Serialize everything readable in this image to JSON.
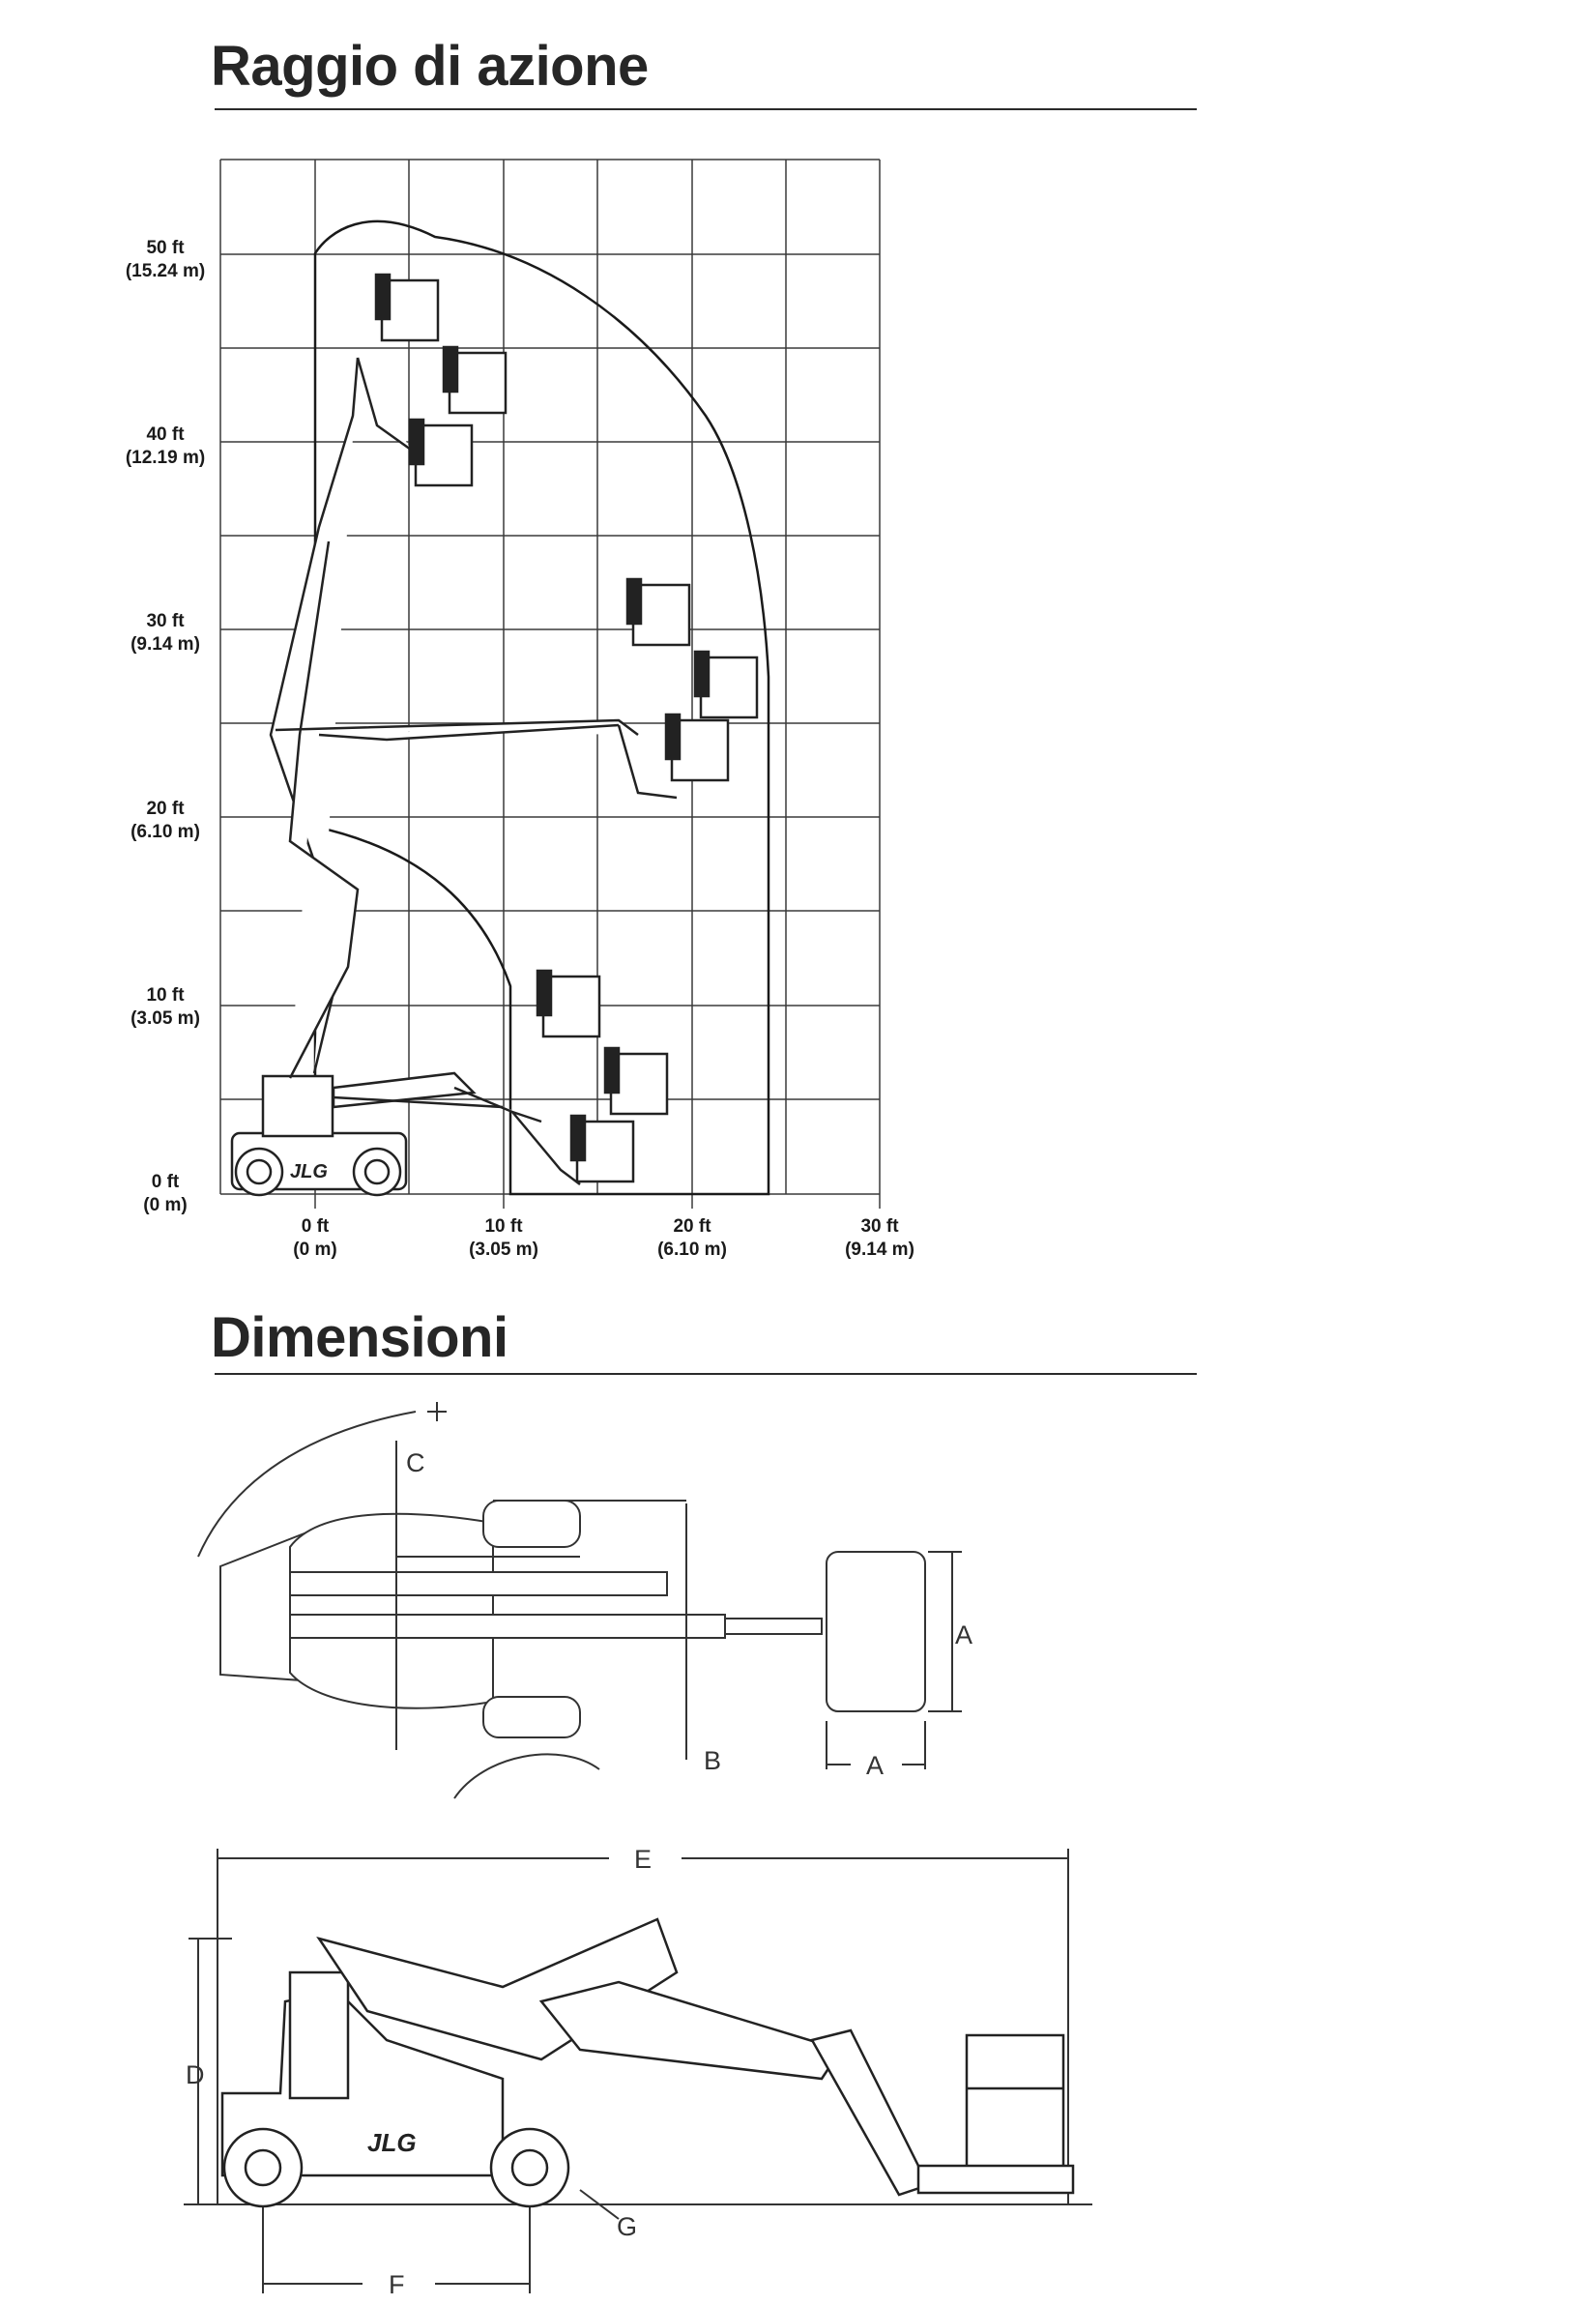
{
  "sections": {
    "reach_title": "Raggio di azione",
    "dimensions_title": "Dimensioni"
  },
  "reach_chart": {
    "y_ticks": [
      {
        "ft": "0 ft",
        "m": "(0 m)"
      },
      {
        "ft": "10 ft",
        "m": "(3.05 m)"
      },
      {
        "ft": "20 ft",
        "m": "(6.10 m)"
      },
      {
        "ft": "30 ft",
        "m": "(9.14 m)"
      },
      {
        "ft": "40 ft",
        "m": "(12.19 m)"
      },
      {
        "ft": "50 ft",
        "m": "(15.24 m)"
      }
    ],
    "x_ticks": [
      {
        "ft": "0 ft",
        "m": "(0 m)"
      },
      {
        "ft": "10 ft",
        "m": "(3.05 m)"
      },
      {
        "ft": "20 ft",
        "m": "(6.10 m)"
      },
      {
        "ft": "30 ft",
        "m": "(9.14 m)"
      }
    ],
    "brand": "JLG"
  },
  "dimensions": {
    "top_view": {
      "label_a_right": "A",
      "label_a_bottom": "A",
      "label_b": "B",
      "label_c": "C"
    },
    "side_view": {
      "label_d": "D",
      "label_e": "E",
      "label_f": "F",
      "label_g": "G"
    },
    "brand": "JLG"
  },
  "colors": {
    "line": "#222222",
    "grid": "#3a3a3a",
    "text": "#1a1a1a"
  }
}
